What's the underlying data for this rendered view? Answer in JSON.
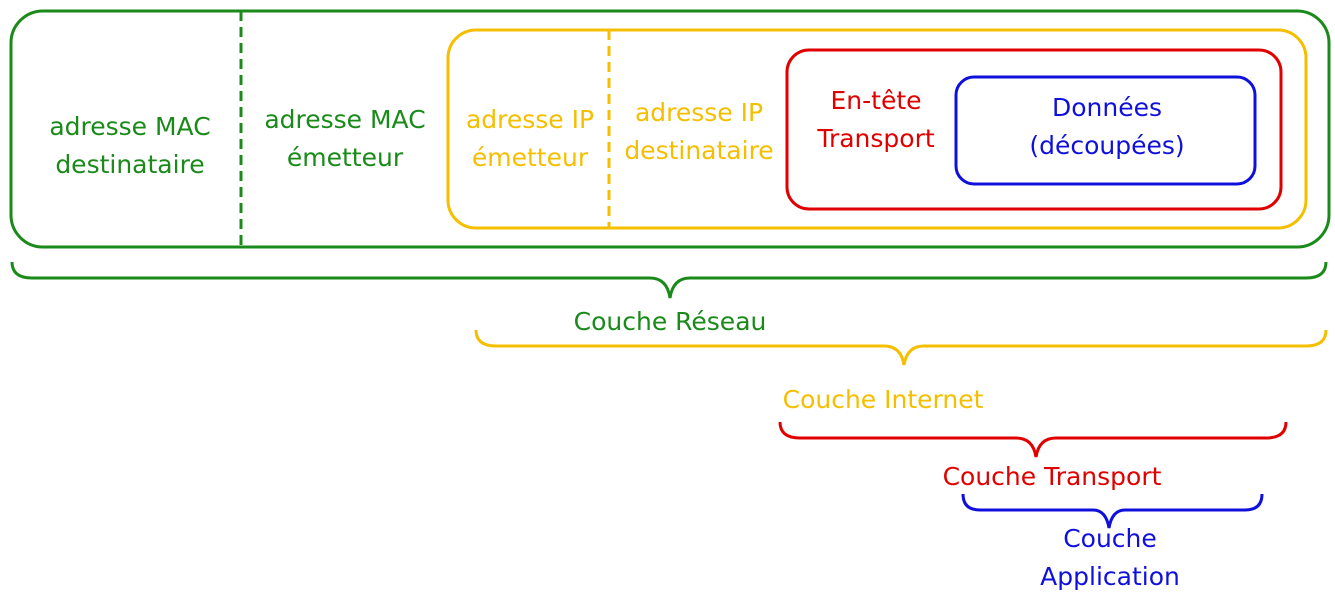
{
  "colors": {
    "network": "#1a8a1a",
    "internet": "#f5bf00",
    "transport": "#e00000",
    "application": "#1010dd"
  },
  "frame": {
    "mac_destination": [
      "adresse MAC",
      "destinataire"
    ],
    "mac_source": [
      "adresse MAC",
      "émetteur"
    ],
    "ip_source": [
      "adresse IP",
      "émetteur"
    ],
    "ip_destination": [
      "adresse IP",
      "destinataire"
    ],
    "transport_header": [
      "En-tête",
      "Transport"
    ],
    "data": [
      "Données",
      "(découpées)"
    ]
  },
  "layers": {
    "network": "Couche Réseau",
    "internet": "Couche Internet",
    "transport": "Couche Transport",
    "application": [
      "Couche",
      "Application"
    ]
  }
}
